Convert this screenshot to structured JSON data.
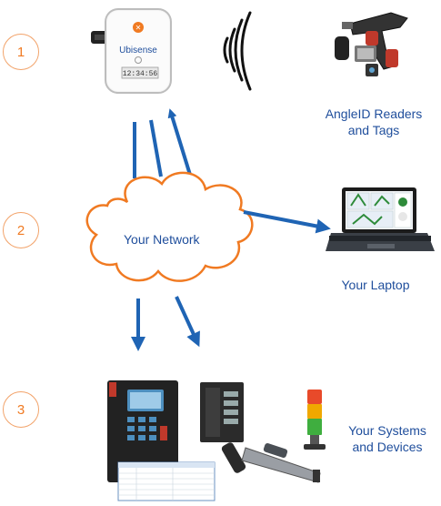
{
  "steps": [
    {
      "number": "1"
    },
    {
      "number": "2"
    },
    {
      "number": "3"
    }
  ],
  "reader": {
    "brand": "Ubisense",
    "time": "12:34:56"
  },
  "captions": {
    "readers_line1": "AngleID Readers",
    "readers_line2": "and Tags",
    "network": "Your Network",
    "laptop": "Your Laptop",
    "systems_line1": "Your Systems",
    "systems_line2": "and Devices"
  },
  "colors": {
    "arrow": "#1f64b4",
    "step_border": "#f2a36a",
    "step_text": "#f07a22",
    "caption": "#1f4e9c",
    "cloud_stroke": "#f07a22"
  }
}
